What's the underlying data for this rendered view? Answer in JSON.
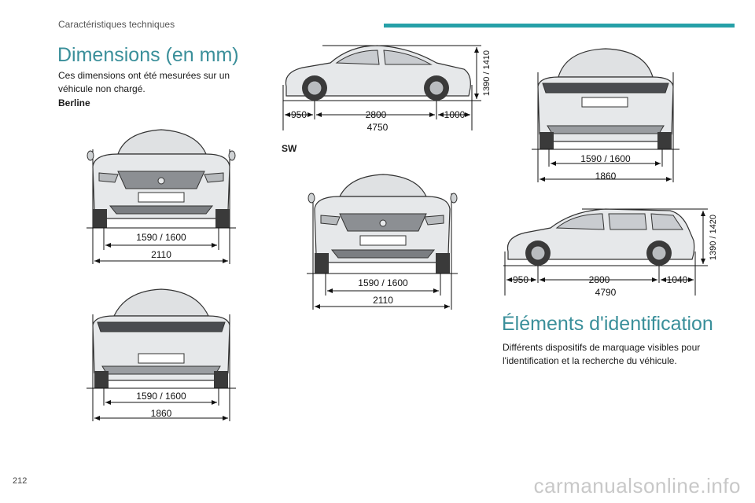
{
  "header": {
    "section": "Caractéristiques techniques"
  },
  "title": "Dimensions (en mm)",
  "intro": "Ces dimensions ont été mesurées sur un véhicule non chargé.",
  "berline": {
    "label": "Berline",
    "front": {
      "track": "1590 / 1600",
      "width": "2110"
    },
    "rear": {
      "track": "1590 / 1600",
      "width": "1860"
    },
    "side": {
      "front_overhang": "950",
      "wheelbase": "2800",
      "rear_overhang": "1000",
      "length": "4750",
      "height": "1390 / 1410"
    }
  },
  "sw": {
    "label": "SW",
    "front": {
      "track": "1590 / 1600",
      "width": "2110"
    },
    "rear": {
      "track": "1590 / 1600",
      "width": "1860"
    },
    "side": {
      "front_overhang": "950",
      "wheelbase": "2800",
      "rear_overhang": "1040",
      "length": "4790",
      "height": "1390 / 1420"
    }
  },
  "identification": {
    "title": "Éléments d'identification",
    "text": "Différents dispositifs de marquage visibles pour l'identification et la recherche du véhicule."
  },
  "footer": {
    "page": "212",
    "watermark": "carmanualsonline.info"
  },
  "colors": {
    "accent": "#26a0a8",
    "heading": "#3a8f9a",
    "car_body": "#e4e6e8",
    "car_outline": "#333333"
  }
}
